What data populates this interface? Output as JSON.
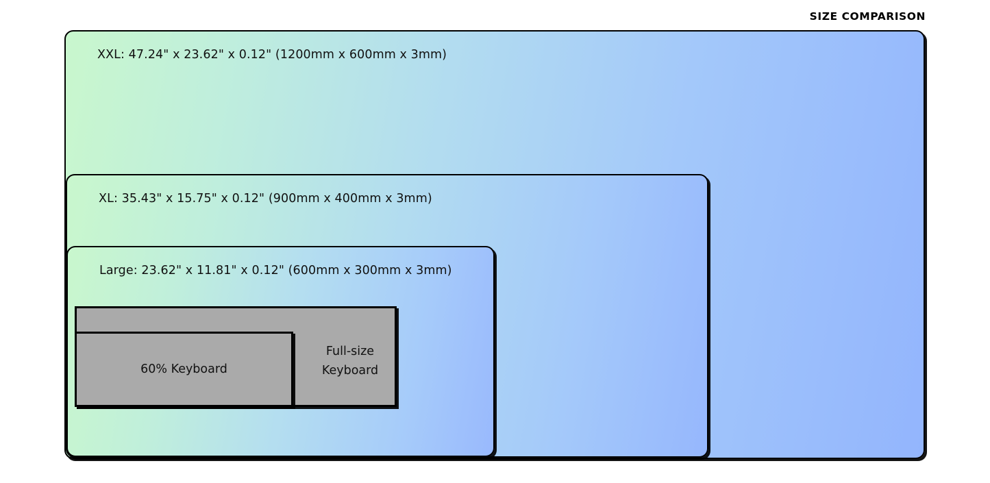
{
  "heading": {
    "title": "SIZE COMPARISON"
  },
  "diagram": {
    "type": "nested-size-comparison",
    "units": {
      "primary": "inches",
      "secondary": "millimeters"
    },
    "mats": [
      {
        "id": "xxl",
        "name": "XXL",
        "label": "XXL: 47.24\" x 23.62\" x 0.12\" (1200mm x 600mm x 3mm)",
        "width_in": 47.24,
        "height_in": 23.62,
        "thickness_in": 0.12,
        "width_mm": 1200,
        "height_mm": 600,
        "thickness_mm": 3,
        "gradient_start": "#c9f7cd",
        "gradient_end": "#93b5fd"
      },
      {
        "id": "xl",
        "name": "XL",
        "label": "XL: 35.43\" x 15.75\" x 0.12\" (900mm x 400mm x 3mm)",
        "width_in": 35.43,
        "height_in": 15.75,
        "thickness_in": 0.12,
        "width_mm": 900,
        "height_mm": 400,
        "thickness_mm": 3,
        "gradient_start": "#c9f7cd",
        "gradient_end": "#96b7fd"
      },
      {
        "id": "large",
        "name": "Large",
        "label": "Large: 23.62\" x 11.81\" x 0.12\" (600mm x 300mm x 3mm)",
        "width_in": 23.62,
        "height_in": 11.81,
        "thickness_in": 0.12,
        "width_mm": 600,
        "height_mm": 300,
        "thickness_mm": 3,
        "gradient_start": "#c9f7cd",
        "gradient_end": "#99b9fd"
      }
    ],
    "reference_objects": [
      {
        "id": "full-size-keyboard",
        "label": "Full-size\nKeyboard",
        "fill": "#aaaaaa"
      },
      {
        "id": "sixty-percent-keyboard",
        "label": "60% Keyboard",
        "fill": "#aaaaaa"
      }
    ],
    "stroke_color": "#000000",
    "background": "#ffffff"
  }
}
